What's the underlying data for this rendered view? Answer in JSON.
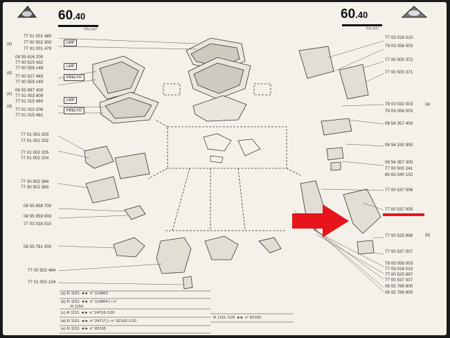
{
  "page": {
    "number_left": "60",
    "number_left_dec": ".40",
    "number_right": "60",
    "number_right_dec": ".40",
    "sub_left": "PH 947",
    "sub_right": "PH 947"
  },
  "tags": [
    "LMP",
    "LMP",
    "PRELYO",
    "LMP",
    "PRELYO"
  ],
  "left_parts": [
    "77 01 001 480",
    "77 00 502 300",
    "77 01 001 479",
    "08 55 616 200",
    "77 00 510 432",
    "77 00 559 148",
    "77 00 527 483",
    "77 00 559 149",
    "08 55 697 400",
    "77 01 003 809",
    "77 01 015 460",
    "77 01 010 206",
    "77 01 015 461",
    "77 01 002 203",
    "77 01 002 202",
    "77 01 002 205",
    "77 01 002 204",
    "77 00 502 384",
    "77 00 502 383",
    "08 55 858 700",
    "08 55 959 900",
    "77 03 016 010",
    "08 55 781 000",
    "77 00 502 464",
    "77 01 002 134"
  ],
  "left_brackets": [
    "(e)",
    "(d)",
    "(e)",
    "(d)"
  ],
  "right_parts": [
    "77 03 016 010",
    "79 03 056 003",
    "77 00 500 372",
    "77 00 500 371",
    "79 03 032 003",
    "79 03 056 003",
    "08 54 357 400",
    "08 54 330 300",
    "08 54 357 300",
    "77 00 500 241",
    "80 63 040 102",
    "77 00 537 006",
    "77 00 537 005",
    "77 00 525 998",
    "77 00 537 007",
    "79 03 056 003",
    "77 03 016 010",
    "77 00 525 997",
    "77 00 537 007",
    "08 55 789 800",
    "08 55 789 900"
  ],
  "right_brackets": [
    "(a)",
    "(b)"
  ],
  "notes": [
    {
      "bracket": "(a)",
      "text": "R 1151 ◄► n° 114863"
    },
    {
      "bracket": "(b)",
      "text": "R 1151 ◄► n° 114864 ▷ n°"
    },
    {
      "bracket": "",
      "text": "R 1154"
    },
    {
      "bracket": "(c)",
      "text": "R 1151 ◄► n° 24716 /120"
    },
    {
      "bracket": "(d)",
      "text": "R 1151 ◄► n° 24717 ▷ n° 82165 /120"
    },
    {
      "bracket": "(e)",
      "text": "R 1151 ◄► n° 82165"
    },
    {
      "bracket": "",
      "text": "R 1151 /120 ◄► n° 82165"
    }
  ],
  "colors": {
    "paper": "#f4f1ea",
    "ink": "#333333",
    "arrow": "#e8141c"
  }
}
